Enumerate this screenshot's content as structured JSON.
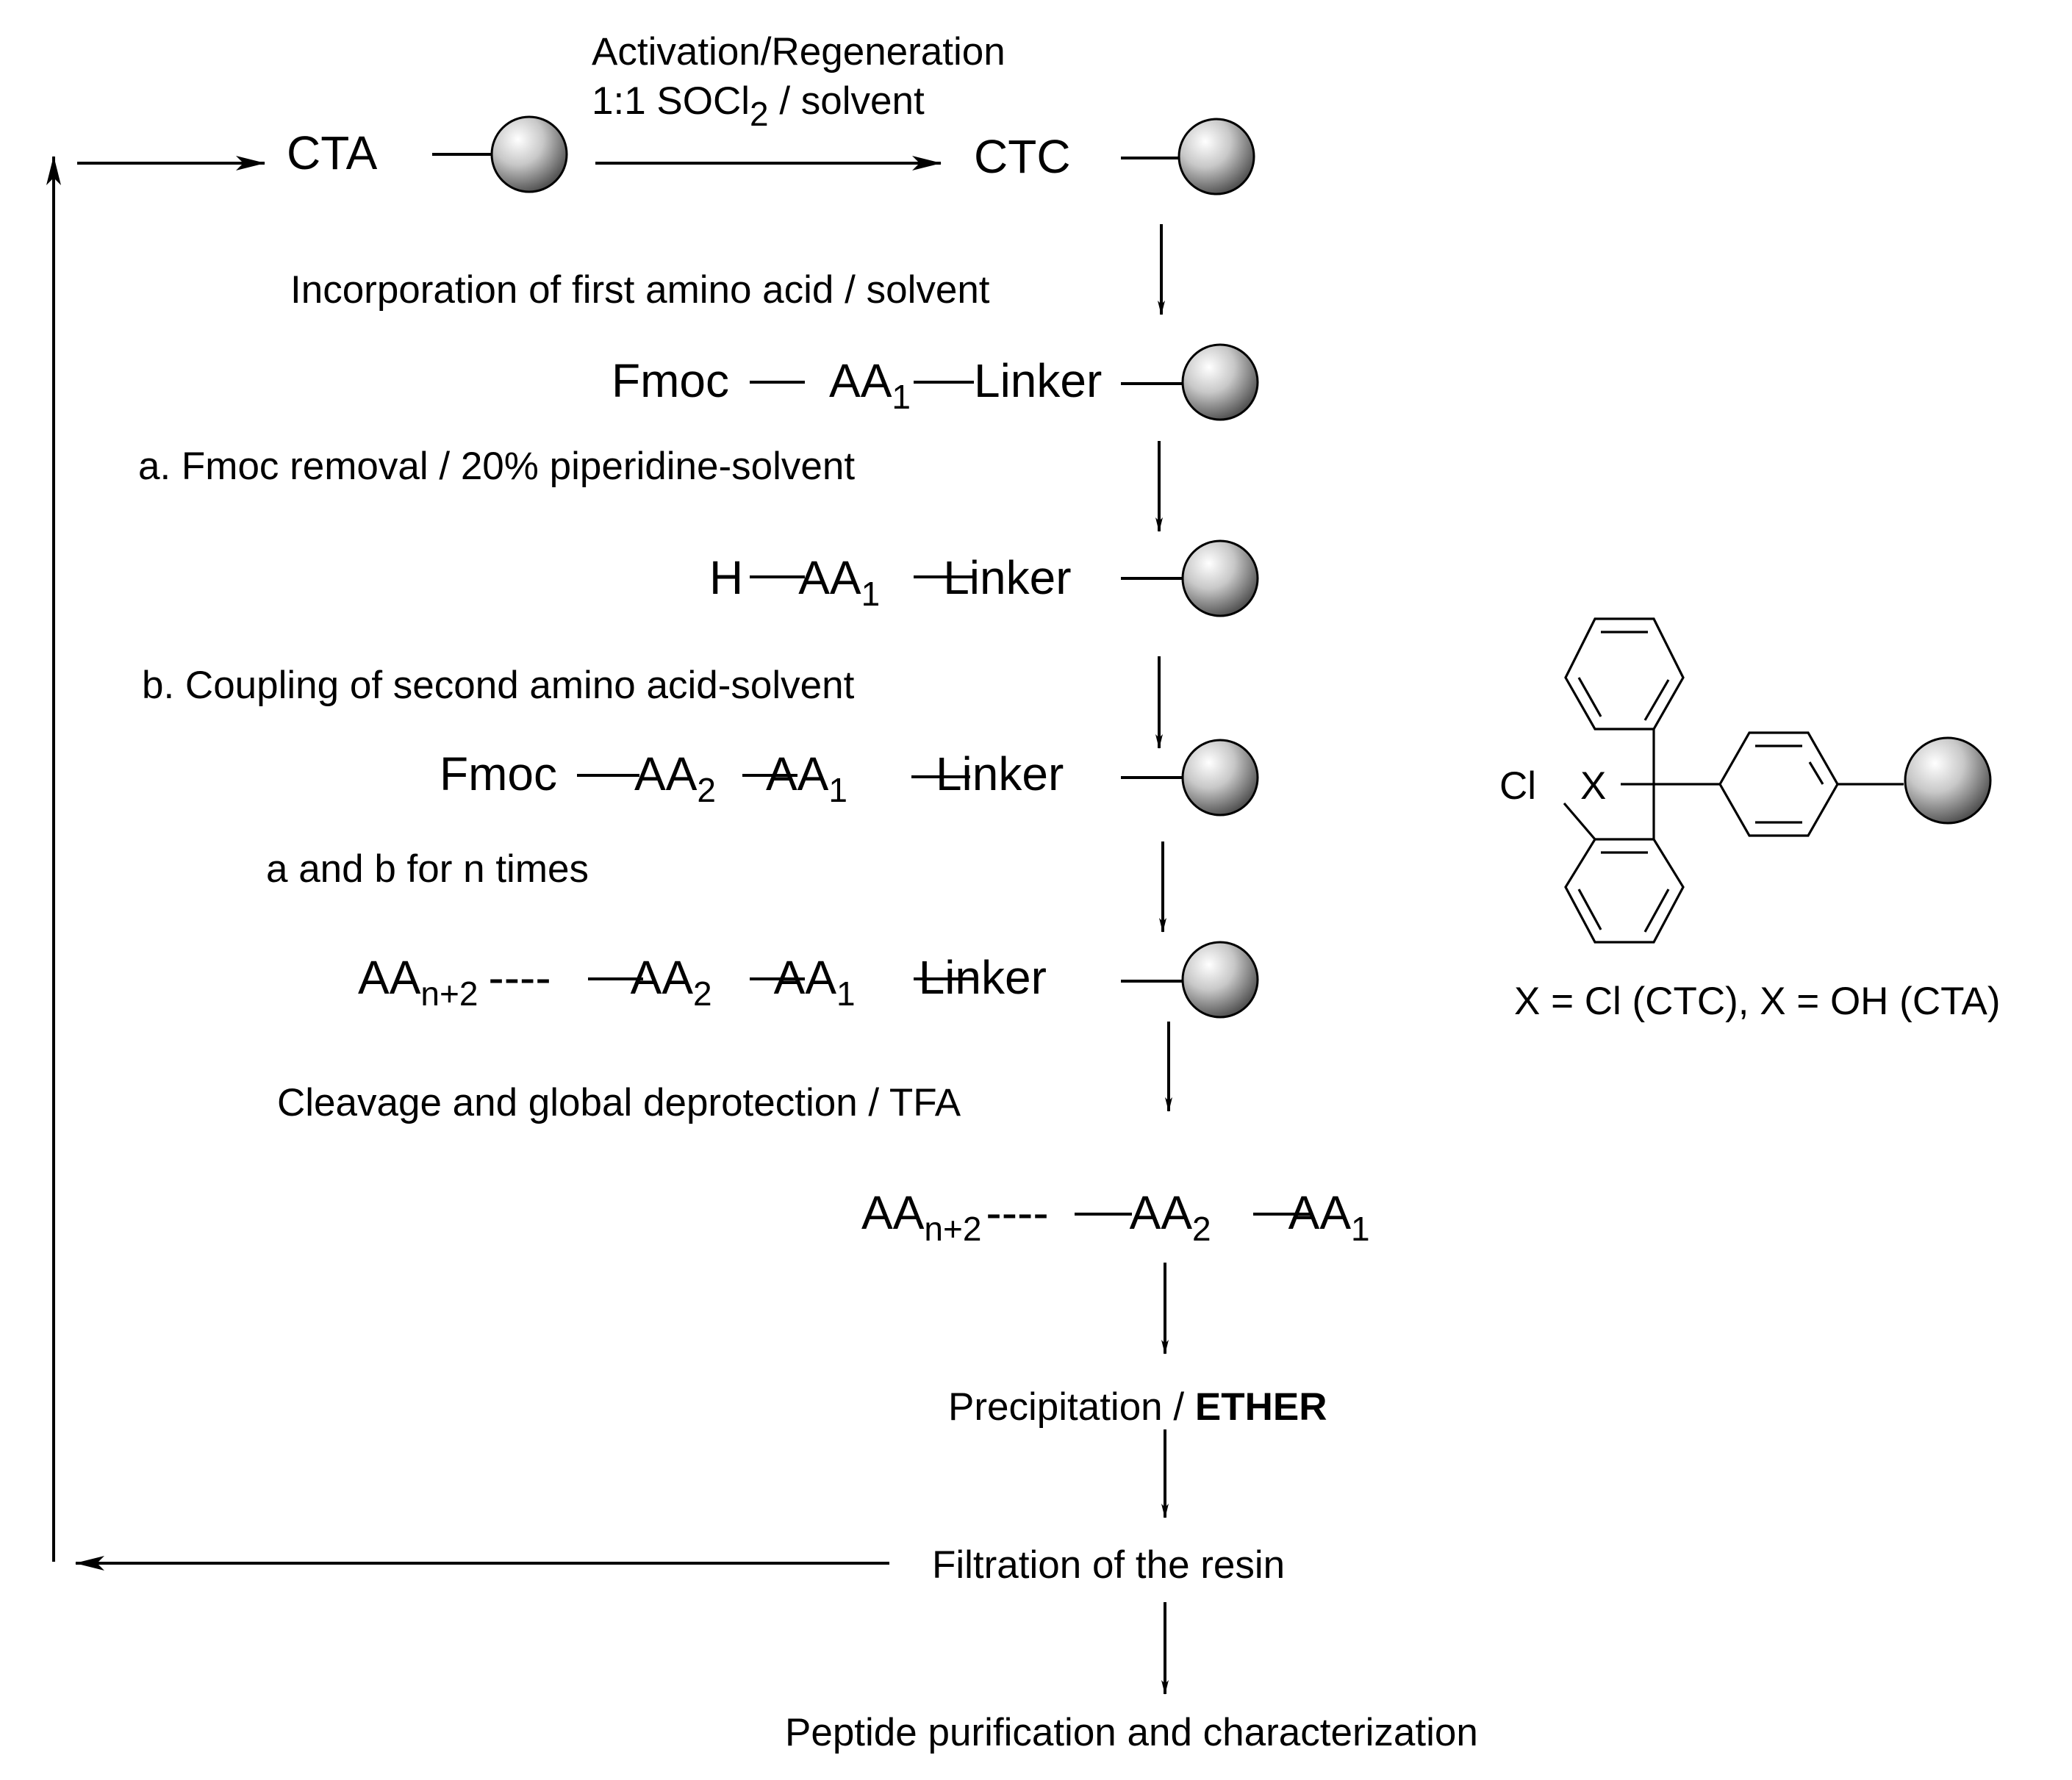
{
  "activation": {
    "line1": "Activation/Regeneration",
    "line2_pre": "1:1 SOCl",
    "line2_sub": "2",
    "line2_post": " / solvent"
  },
  "cta": "CTA",
  "ctc": "CTC",
  "step_incorporation": "Incorporation of first amino acid / solvent",
  "step_a": "a. Fmoc removal / 20% piperidine-solvent",
  "step_b": "b. Coupling of second amino acid-solvent",
  "step_repeat": "a and b for n times",
  "step_cleavage": "Cleavage and global deprotection / TFA",
  "step_precipitation": {
    "pre": "Precipitation / ",
    "bold": "ETHER"
  },
  "step_filtration": "Filtration of the resin",
  "step_purification": "Peptide purification and characterization",
  "chem": {
    "fmoc": "Fmoc",
    "h": "H",
    "aa": "AA",
    "linker": "Linker",
    "dashes": "----",
    "sub1": "1",
    "sub2": "2",
    "subn2": "n+2"
  },
  "resin_structure": {
    "cl": "Cl",
    "x": "X",
    "legend": "X = Cl (CTC), X = OH (CTA)"
  }
}
